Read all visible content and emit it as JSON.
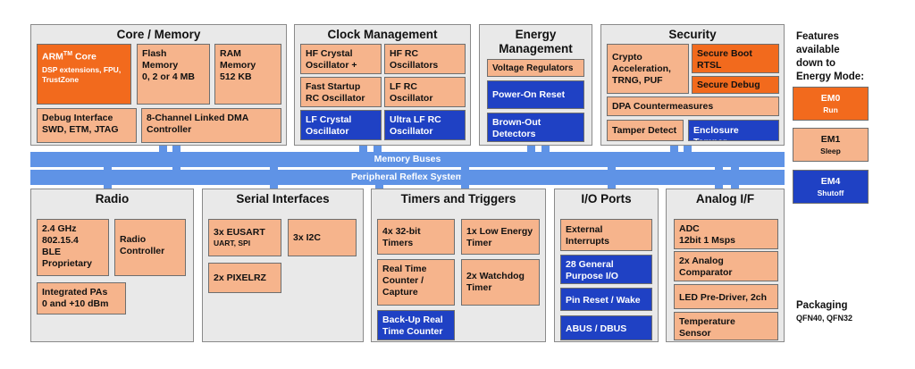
{
  "groups": {
    "core": "Core / Memory",
    "clock": "Clock Management",
    "energy": "Energy\nManagement",
    "security": "Security",
    "radio": "Radio",
    "serial": "Serial Interfaces",
    "timers": "Timers and Triggers",
    "io": "I/O Ports",
    "analog": "Analog I/F"
  },
  "core": {
    "arm_title": "ARM",
    "arm_tm": "TM",
    "arm_core": " Core",
    "arm_sub": "DSP extensions, FPU, TrustZone",
    "flash": "Flash\nMemory\n0, 2 or 4 MB",
    "ram": "RAM\nMemory\n512 KB",
    "debug": "Debug Interface\nSWD, ETM, JTAG",
    "dma": "8-Channel Linked DMA\nController"
  },
  "clock": {
    "hfxo": "HF Crystal\nOscillator + PLL",
    "hfrco": "HF RC\nOscillators",
    "fast": "Fast Startup\nRC Oscillator",
    "lfrco": "LF RC\nOscillator",
    "lfxo": "LF Crystal\nOscillator",
    "ulfrco": "Ultra LF RC\nOscillator"
  },
  "energy": {
    "vreg": "Voltage Regulators",
    "por": "Power-On Reset",
    "bod": "Brown-Out\nDetectors"
  },
  "security": {
    "crypto": "Crypto\nAcceleration,\nTRNG, PUF",
    "secboot": "Secure Boot\nRTSL",
    "secdebug": "Secure Debug",
    "dpa": "DPA Countermeasures",
    "tamper": "Tamper Detect",
    "enclosure": "Enclosure Tamper"
  },
  "buses": {
    "memory": "Memory Buses",
    "peripheral": "Peripheral Reflex System"
  },
  "radio": {
    "proto": "2.4 GHz\n802.15.4\nBLE\nProprietary",
    "ctrl": "Radio\nController",
    "pa": "Integrated PAs\n0 and +10 dBm"
  },
  "serial": {
    "eusart": "3x EUSART",
    "eusart_sub": "UART, SPI",
    "i2c": "3x I2C",
    "pixelrz": "2x PIXELRZ"
  },
  "timers": {
    "t32": "4x 32-bit\nTimers",
    "letimer": "1x Low Energy\nTimer",
    "rtc": "Real Time\nCounter /\nCapture",
    "wdog": "2x Watchdog\nTimer",
    "burtc": "Back-Up Real\nTime Counter"
  },
  "io": {
    "extint": "External\nInterrupts",
    "gpio": "28 General\nPurpose I/O",
    "pinreset": "Pin Reset / Wake",
    "abus": "ABUS / DBUS"
  },
  "analog": {
    "adc": "ADC\n12bit 1 Msps",
    "comp": "2x Analog\nComparator",
    "led": "LED Pre-Driver, 2ch",
    "temp": "Temperature\nSensor"
  },
  "legend": {
    "heading": "Features\navailable\ndown to\nEnergy Mode:",
    "em0": "EM0",
    "em0_sub": "Run",
    "em1": "EM1",
    "em1_sub": "Sleep",
    "em4": "EM4",
    "em4_sub": "Shutoff"
  },
  "packaging": {
    "label": "Packaging",
    "value": "QFN40, QFN32"
  },
  "colors": {
    "em0": "#f26a1d",
    "em1": "#f6b48c",
    "em4": "#1f41c4",
    "bus": "#5f93e6",
    "group_bg": "#e9e9e9"
  }
}
